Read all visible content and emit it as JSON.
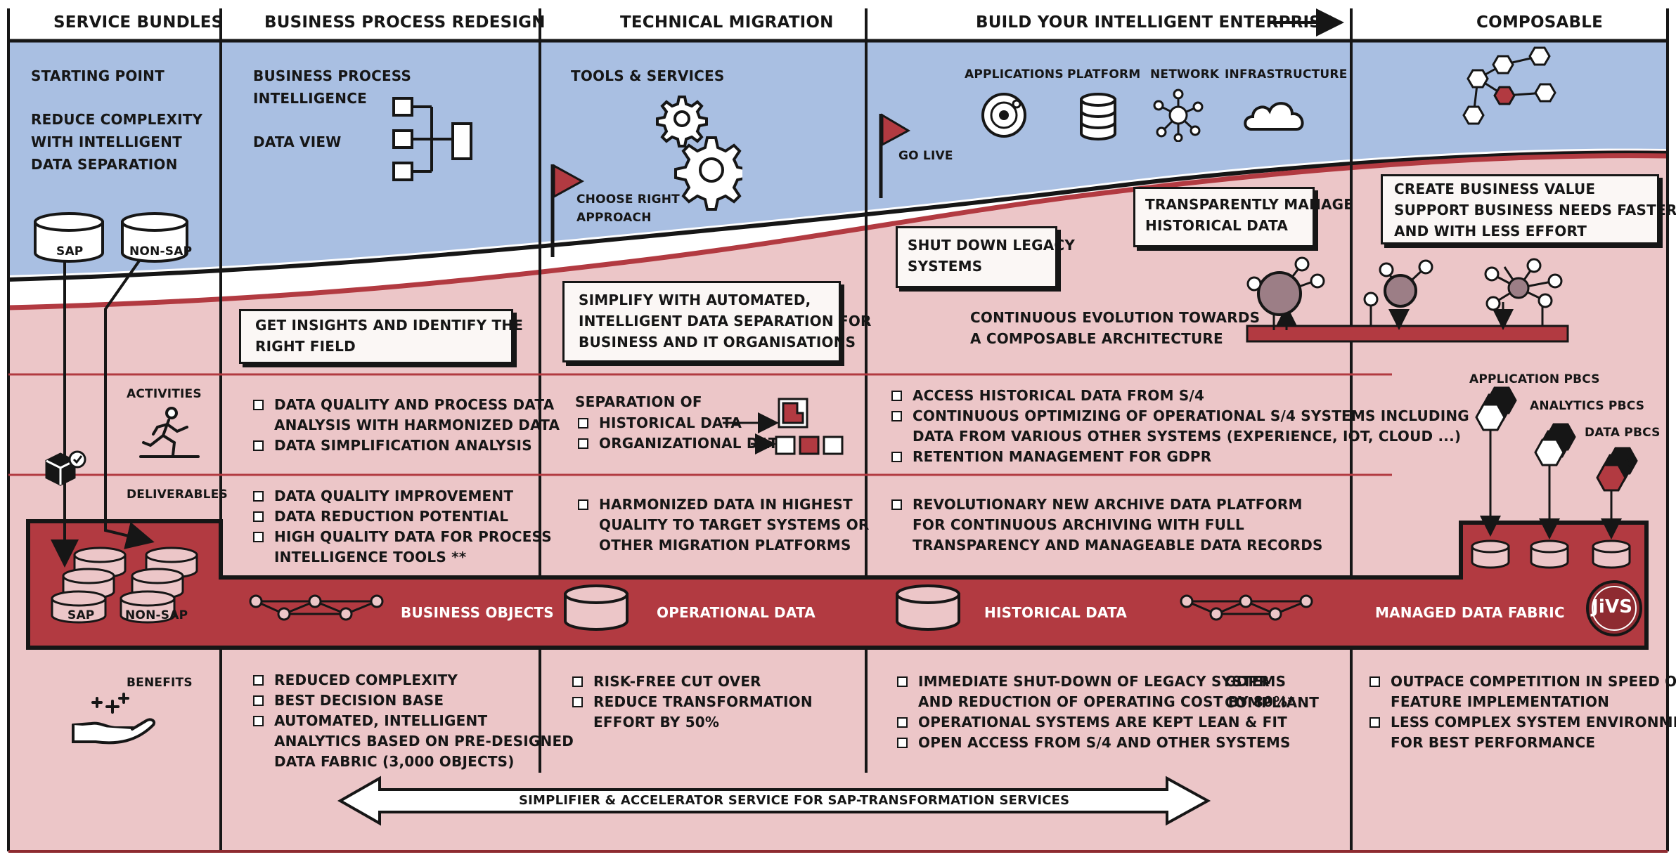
{
  "columns": [
    "SERVICE BUNDLES",
    "BUSINESS PROCESS REDESIGN",
    "TECHNICAL MIGRATION",
    "BUILD YOUR INTELLIGENT ENTERPRISE",
    "COMPOSABLE"
  ],
  "starting_point": {
    "title": "STARTING POINT",
    "lines": [
      "REDUCE COMPLEXITY",
      "WITH INTELLIGENT",
      "DATA SEPARATION"
    ]
  },
  "bpr_top": {
    "lines": [
      "BUSINESS PROCESS",
      "INTELLIGENCE"
    ],
    "data_view": "DATA VIEW"
  },
  "tools": {
    "title": "TOOLS & SERVICES"
  },
  "flags": {
    "choose": [
      "CHOOSE RIGHT",
      "APPROACH"
    ],
    "golive": "GO LIVE"
  },
  "enterprise_icons": [
    "APPLICATIONS",
    "PLATFORM",
    "NETWORK",
    "INFRASTRUCTURE"
  ],
  "source_dbs": [
    "SAP",
    "NON-SAP"
  ],
  "notes": {
    "insights": [
      "GET INSIGHTS AND IDENTIFY THE",
      "RIGHT FIELD"
    ],
    "simplify": [
      "SIMPLIFY WITH AUTOMATED,",
      "INTELLIGENT DATA SEPARATION FOR",
      "BUSINESS AND IT ORGANISATIONS"
    ],
    "shutdown": [
      "SHUT DOWN LEGACY",
      "SYSTEMS"
    ],
    "transparent": [
      "TRANSPARENTLY MANAGE",
      "HISTORICAL DATA"
    ],
    "business_value": [
      "CREATE BUSINESS VALUE",
      "SUPPORT BUSINESS NEEDS FASTER",
      "AND WITH LESS EFFORT"
    ]
  },
  "continuous": [
    "CONTINUOUS EVOLUTION TOWARDS",
    "A COMPOSABLE ARCHITECTURE"
  ],
  "rows": {
    "activities": "ACTIVITIES",
    "deliverables": "DELIVERABLES",
    "benefits": "BENEFITS"
  },
  "activities": {
    "bpr": [
      "DATA QUALITY AND PROCESS DATA",
      "ANALYSIS WITH HARMONIZED DATA",
      "DATA SIMPLIFICATION ANALYSIS"
    ],
    "tm_title": "SEPARATION OF",
    "tm": [
      "HISTORICAL DATA",
      "ORGANIZATIONAL DATA"
    ],
    "ent": [
      "ACCESS HISTORICAL DATA FROM S/4",
      "CONTINUOUS OPTIMIZING OF OPERATIONAL S/4 SYSTEMS INCLUDING",
      "DATA FROM VARIOUS OTHER SYSTEMS (EXPERIENCE, IOT, CLOUD ...)",
      "RETENTION MANAGEMENT FOR GDPR"
    ]
  },
  "pbcs": [
    "APPLICATION PBCS",
    "ANALYTICS PBCS",
    "DATA PBCS"
  ],
  "deliverables": {
    "bpr": [
      "DATA QUALITY IMPROVEMENT",
      "DATA REDUCTION POTENTIAL",
      "HIGH QUALITY DATA FOR PROCESS",
      "INTELLIGENCE TOOLS **"
    ],
    "tm": [
      "HARMONIZED DATA IN HIGHEST",
      "QUALITY TO TARGET SYSTEMS OR",
      "OTHER MIGRATION PLATFORMS"
    ],
    "ent": [
      "REVOLUTIONARY NEW ARCHIVE DATA PLATFORM",
      "FOR CONTINUOUS ARCHIVING WITH FULL",
      "TRANSPARENCY AND MANAGEABLE DATA RECORDS"
    ]
  },
  "band": {
    "business_objects": "BUSINESS OBJECTS",
    "operational": "OPERATIONAL DATA",
    "historical": "HISTORICAL DATA",
    "fabric": "MANAGED DATA FABRIC",
    "logo": "JiVS",
    "dbs": [
      "SAP",
      "NON-SAP"
    ]
  },
  "benefits": {
    "bpr": [
      "REDUCED COMPLEXITY",
      "BEST DECISION BASE",
      "AUTOMATED, INTELLIGENT",
      "ANALYTICS BASED ON PRE-DESIGNED",
      "DATA FABRIC (3,000 OBJECTS)"
    ],
    "tm": [
      "RISK-FREE CUT OVER",
      "REDUCE TRANSFORMATION",
      "EFFORT BY 50%"
    ],
    "ent": [
      "IMMEDIATE SHUT-DOWN OF LEGACY SYSTEMS",
      "AND REDUCTION OF OPERATING COST BY 80%*",
      "OPERATIONAL SYSTEMS ARE KEPT LEAN & FIT",
      "OPEN ACCESS FROM S/4 AND OTHER SYSTEMS"
    ],
    "gdpr": [
      "GDPR",
      "COMPLIANT"
    ],
    "comp": [
      "OUTPACE COMPETITION IN SPEED OF",
      "FEATURE IMPLEMENTATION",
      "LESS COMPLEX SYSTEM ENVIRONMENT",
      "FOR BEST PERFORMANCE"
    ]
  },
  "arrow_label": "SIMPLIFIER & ACCELERATOR SERVICE FOR SAP-TRANSFORMATION SERVICES",
  "colors": {
    "sky": "#a9bfe2",
    "pink": "#ecc6c8",
    "band": "#b23a41",
    "darkred": "#8e2b31",
    "ink": "#161616"
  }
}
